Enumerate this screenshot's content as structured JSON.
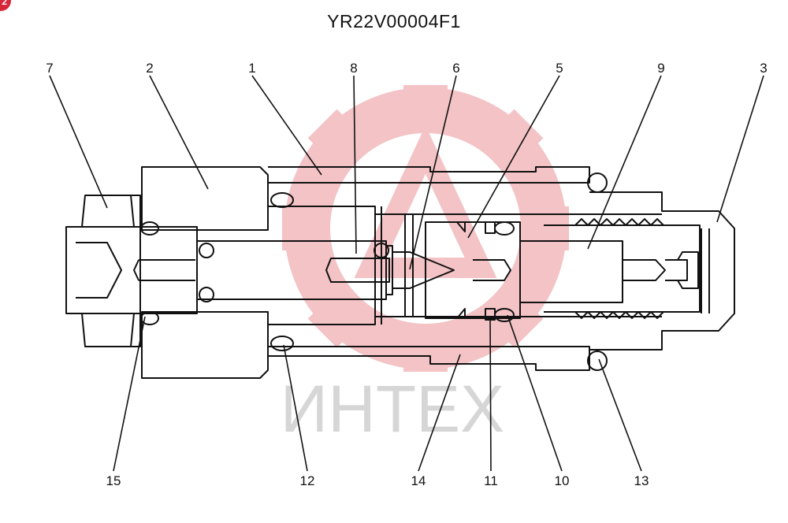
{
  "title": "YR22V00004F1",
  "badge": "2",
  "watermark": "ИНТЕХ",
  "colors": {
    "line": "#111111",
    "watermark_red": "#f2b9bd",
    "watermark_gray": "#d6d6d6",
    "badge": "#d9273a"
  },
  "callouts": [
    "1",
    "2",
    "3",
    "5",
    "6",
    "7",
    "8",
    "9",
    "10",
    "11",
    "12",
    "13",
    "14",
    "15"
  ]
}
